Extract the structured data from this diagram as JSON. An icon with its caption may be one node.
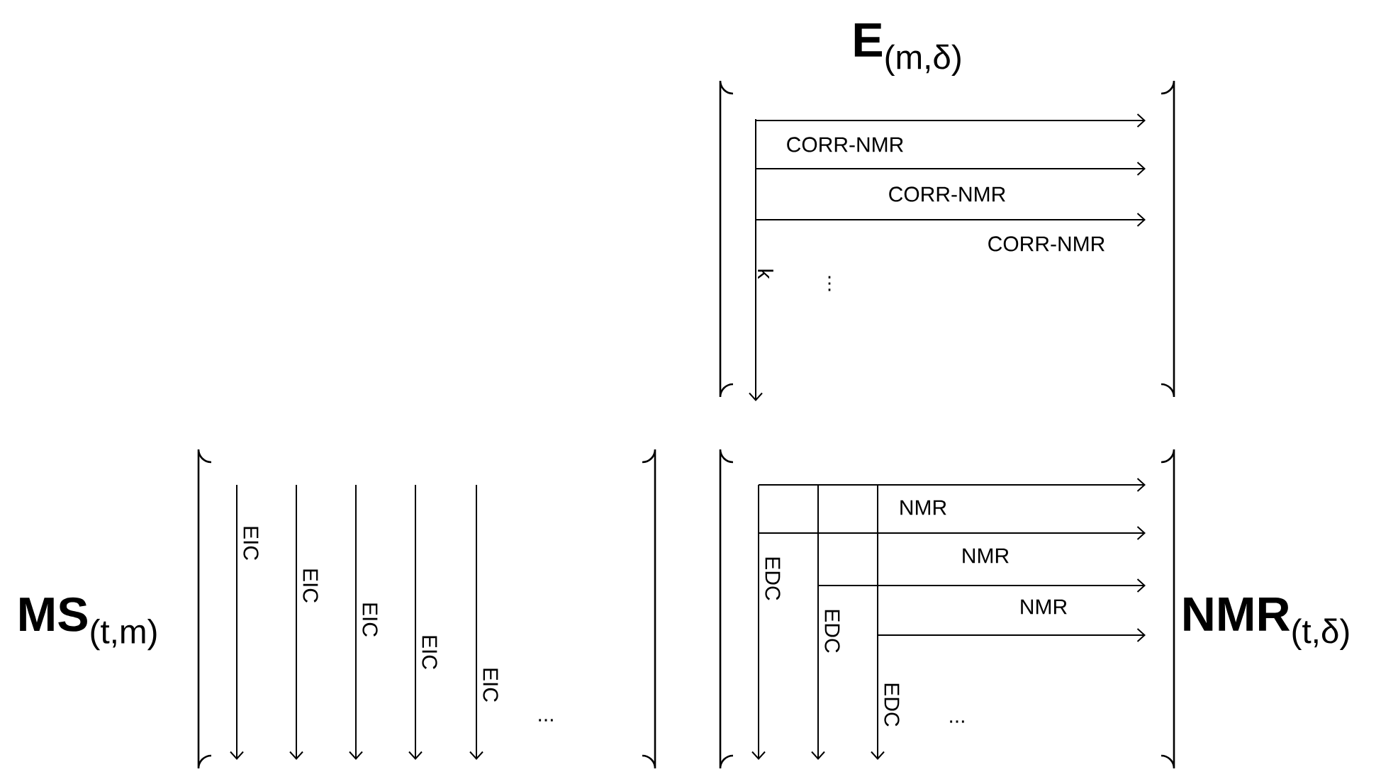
{
  "diagram": {
    "labels": [
      "**E**$_{(m,δ)}$",
      "CORR-NMR",
      "CORR-NMR",
      "CORR-NMR",
      "k",
      "⋮",
      "**MS**$_{(t,m)}$",
      "EIC",
      "EIC",
      "EIC",
      "EIC",
      "EIC",
      "...",
      "NMR",
      "NMR",
      "NMR",
      "EDC",
      "EDC",
      "EDC",
      "...",
      "**NMR**$_{(t,δ)}$"
    ]
  }
}
